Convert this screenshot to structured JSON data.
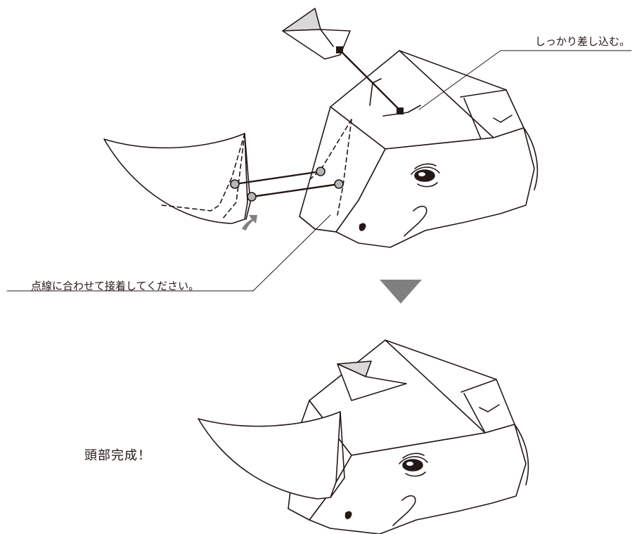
{
  "annotations": {
    "insert_firmly": "しっかり差し込む。",
    "glue_along_dotted": "点線に合わせて接着してください。",
    "head_complete": "頭部完成！"
  },
  "colors": {
    "line": "#231815",
    "arrow_gray": "#808080",
    "fill_gray": "#d9d9d9",
    "dot_gray": "#b5b5b5"
  }
}
